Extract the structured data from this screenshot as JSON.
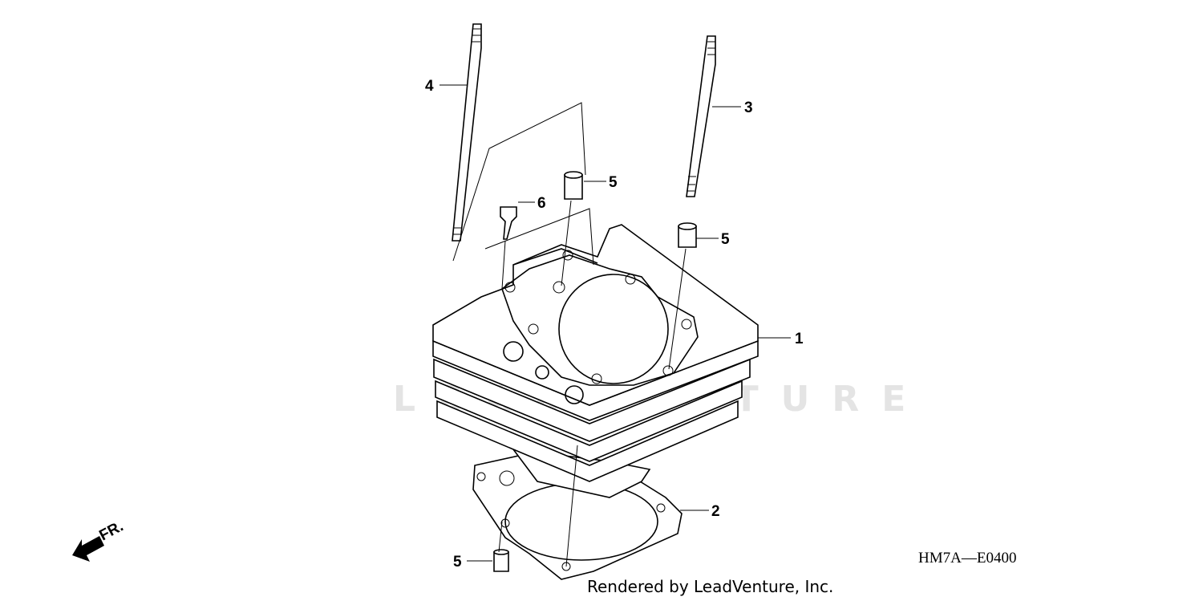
{
  "diagram": {
    "callouts": [
      {
        "id": "cylinder",
        "label": "1"
      },
      {
        "id": "gasket",
        "label": "2"
      },
      {
        "id": "stud-right",
        "label": "3"
      },
      {
        "id": "stud-left",
        "label": "4"
      },
      {
        "id": "dowel-top",
        "label": "5"
      },
      {
        "id": "dowel-right",
        "label": "5"
      },
      {
        "id": "dowel-bottom",
        "label": "5"
      },
      {
        "id": "bolt",
        "label": "6"
      }
    ],
    "diagram_code": "HM7A—E0400",
    "direction_label": "FR.",
    "credit": "Rendered by LeadVenture, Inc.",
    "watermark": "LEADVENTURE"
  }
}
